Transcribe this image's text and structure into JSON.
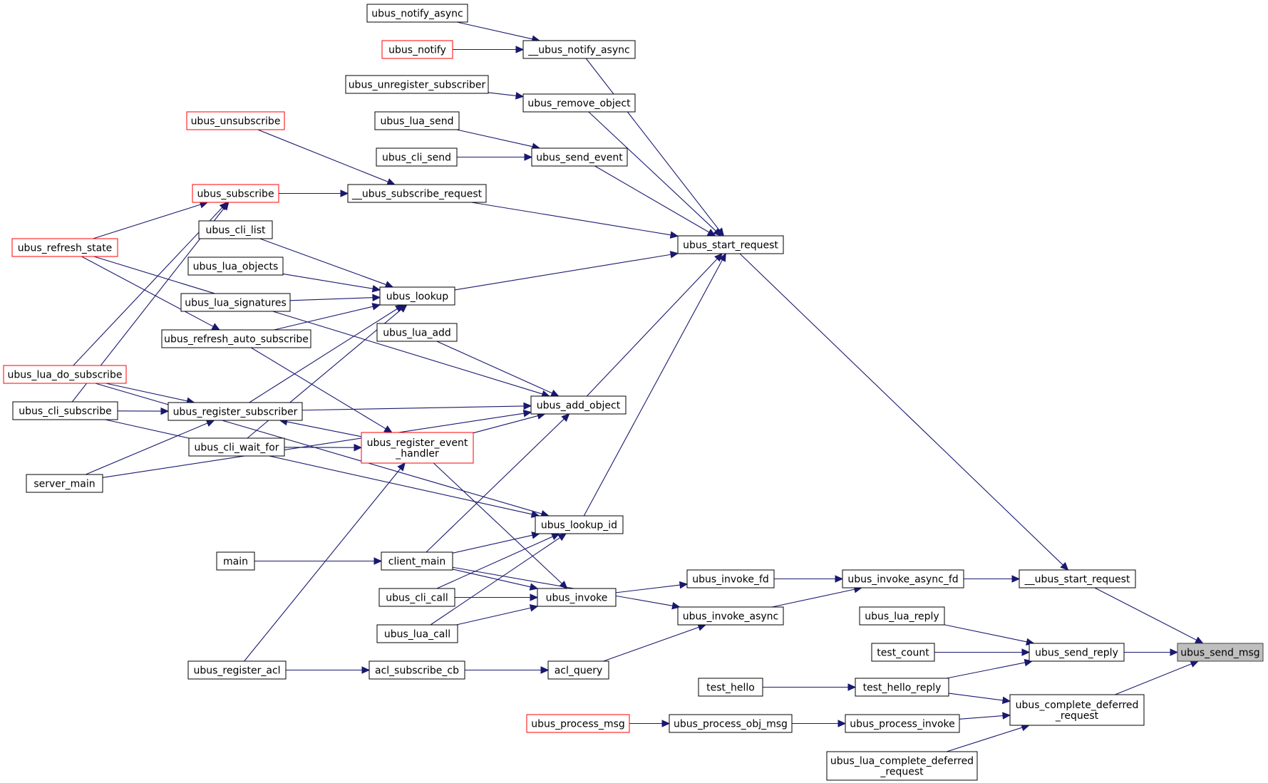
{
  "graph": {
    "nodes": [
      {
        "id": "ubus_send_msg",
        "label": "ubus_send_msg",
        "style": "focus"
      },
      {
        "id": "__ubus_start_request",
        "label": "__ubus_start_request"
      },
      {
        "id": "ubus_send_reply",
        "label": "ubus_send_reply"
      },
      {
        "id": "ubus_complete_deferred_request",
        "label": "ubus_complete_deferred\n_request"
      },
      {
        "id": "ubus_start_request",
        "label": "ubus_start_request"
      },
      {
        "id": "ubus_invoke_async_fd",
        "label": "ubus_invoke_async_fd"
      },
      {
        "id": "ubus_lua_reply",
        "label": "ubus_lua_reply"
      },
      {
        "id": "test_count",
        "label": "test_count"
      },
      {
        "id": "test_hello_reply",
        "label": "test_hello_reply"
      },
      {
        "id": "ubus_process_invoke",
        "label": "ubus_process_invoke"
      },
      {
        "id": "ubus_lua_complete_deferred_request",
        "label": "ubus_lua_complete_deferred\n_request"
      },
      {
        "id": "__ubus_notify_async",
        "label": "__ubus_notify_async"
      },
      {
        "id": "ubus_remove_object",
        "label": "ubus_remove_object"
      },
      {
        "id": "ubus_send_event",
        "label": "ubus_send_event"
      },
      {
        "id": "__ubus_subscribe_request",
        "label": "__ubus_subscribe_request"
      },
      {
        "id": "ubus_lookup",
        "label": "ubus_lookup"
      },
      {
        "id": "ubus_add_object",
        "label": "ubus_add_object"
      },
      {
        "id": "ubus_lookup_id",
        "label": "ubus_lookup_id"
      },
      {
        "id": "ubus_invoke_fd",
        "label": "ubus_invoke_fd"
      },
      {
        "id": "ubus_invoke_async",
        "label": "ubus_invoke_async"
      },
      {
        "id": "test_hello",
        "label": "test_hello"
      },
      {
        "id": "ubus_process_obj_msg",
        "label": "ubus_process_obj_msg"
      },
      {
        "id": "ubus_notify_async",
        "label": "ubus_notify_async"
      },
      {
        "id": "ubus_notify",
        "label": "ubus_notify",
        "style": "red"
      },
      {
        "id": "ubus_unregister_subscriber",
        "label": "ubus_unregister_subscriber"
      },
      {
        "id": "ubus_lua_send",
        "label": "ubus_lua_send"
      },
      {
        "id": "ubus_cli_send",
        "label": "ubus_cli_send"
      },
      {
        "id": "ubus_unsubscribe",
        "label": "ubus_unsubscribe",
        "style": "red"
      },
      {
        "id": "ubus_subscribe",
        "label": "ubus_subscribe",
        "style": "red"
      },
      {
        "id": "ubus_cli_list",
        "label": "ubus_cli_list"
      },
      {
        "id": "ubus_lua_objects",
        "label": "ubus_lua_objects"
      },
      {
        "id": "ubus_lua_signatures",
        "label": "ubus_lua_signatures"
      },
      {
        "id": "ubus_refresh_auto_subscribe",
        "label": "ubus_refresh_auto_subscribe"
      },
      {
        "id": "ubus_register_subscriber",
        "label": "ubus_register_subscriber"
      },
      {
        "id": "ubus_cli_wait_for",
        "label": "ubus_cli_wait_for"
      },
      {
        "id": "ubus_lua_add",
        "label": "ubus_lua_add"
      },
      {
        "id": "ubus_register_event_handler",
        "label": "ubus_register_event\n_handler",
        "style": "red"
      },
      {
        "id": "client_main",
        "label": "client_main"
      },
      {
        "id": "ubus_invoke",
        "label": "ubus_invoke"
      },
      {
        "id": "acl_query",
        "label": "acl_query"
      },
      {
        "id": "ubus_process_msg",
        "label": "ubus_process_msg",
        "style": "red"
      },
      {
        "id": "ubus_refresh_state",
        "label": "ubus_refresh_state",
        "style": "red"
      },
      {
        "id": "ubus_lua_do_subscribe",
        "label": "ubus_lua_do_subscribe",
        "style": "red"
      },
      {
        "id": "ubus_cli_subscribe",
        "label": "ubus_cli_subscribe"
      },
      {
        "id": "server_main",
        "label": "server_main"
      },
      {
        "id": "main",
        "label": "main"
      },
      {
        "id": "ubus_cli_call",
        "label": "ubus_cli_call"
      },
      {
        "id": "ubus_lua_call",
        "label": "ubus_lua_call"
      },
      {
        "id": "ubus_register_acl",
        "label": "ubus_register_acl"
      },
      {
        "id": "acl_subscribe_cb",
        "label": "acl_subscribe_cb"
      }
    ],
    "edges": [
      [
        "__ubus_start_request",
        "ubus_send_msg"
      ],
      [
        "ubus_send_reply",
        "ubus_send_msg"
      ],
      [
        "ubus_complete_deferred_request",
        "ubus_send_msg"
      ],
      [
        "ubus_start_request",
        "__ubus_start_request"
      ],
      [
        "ubus_invoke_async_fd",
        "__ubus_start_request"
      ],
      [
        "ubus_lua_reply",
        "ubus_send_reply"
      ],
      [
        "test_count",
        "ubus_send_reply"
      ],
      [
        "test_hello_reply",
        "ubus_send_reply"
      ],
      [
        "test_hello_reply",
        "ubus_complete_deferred_request"
      ],
      [
        "ubus_process_invoke",
        "ubus_complete_deferred_request"
      ],
      [
        "ubus_lua_complete_deferred_request",
        "ubus_complete_deferred_request"
      ],
      [
        "__ubus_notify_async",
        "ubus_start_request"
      ],
      [
        "ubus_remove_object",
        "ubus_start_request"
      ],
      [
        "ubus_send_event",
        "ubus_start_request"
      ],
      [
        "__ubus_subscribe_request",
        "ubus_start_request"
      ],
      [
        "ubus_lookup",
        "ubus_start_request"
      ],
      [
        "ubus_add_object",
        "ubus_start_request"
      ],
      [
        "ubus_lookup_id",
        "ubus_start_request"
      ],
      [
        "ubus_invoke_fd",
        "ubus_invoke_async_fd"
      ],
      [
        "ubus_invoke_async",
        "ubus_invoke_async_fd"
      ],
      [
        "test_hello",
        "test_hello_reply"
      ],
      [
        "ubus_process_obj_msg",
        "ubus_process_invoke"
      ],
      [
        "ubus_notify_async",
        "__ubus_notify_async"
      ],
      [
        "ubus_notify",
        "__ubus_notify_async"
      ],
      [
        "ubus_unregister_subscriber",
        "ubus_remove_object"
      ],
      [
        "ubus_lua_send",
        "ubus_send_event"
      ],
      [
        "ubus_cli_send",
        "ubus_send_event"
      ],
      [
        "ubus_unsubscribe",
        "__ubus_subscribe_request"
      ],
      [
        "ubus_subscribe",
        "__ubus_subscribe_request"
      ],
      [
        "ubus_cli_list",
        "ubus_lookup"
      ],
      [
        "ubus_lua_objects",
        "ubus_lookup"
      ],
      [
        "ubus_lua_signatures",
        "ubus_lookup"
      ],
      [
        "ubus_refresh_auto_subscribe",
        "ubus_lookup"
      ],
      [
        "ubus_register_subscriber",
        "ubus_lookup"
      ],
      [
        "ubus_cli_wait_for",
        "ubus_lookup"
      ],
      [
        "ubus_refresh_state",
        "ubus_add_object"
      ],
      [
        "ubus_lua_add",
        "ubus_add_object"
      ],
      [
        "ubus_register_subscriber",
        "ubus_add_object"
      ],
      [
        "ubus_register_event_handler",
        "ubus_add_object"
      ],
      [
        "server_main",
        "ubus_add_object"
      ],
      [
        "client_main",
        "ubus_add_object"
      ],
      [
        "ubus_lua_do_subscribe",
        "ubus_lookup_id"
      ],
      [
        "ubus_cli_subscribe",
        "ubus_lookup_id"
      ],
      [
        "client_main",
        "ubus_lookup_id"
      ],
      [
        "ubus_cli_call",
        "ubus_lookup_id"
      ],
      [
        "ubus_lua_call",
        "ubus_lookup_id"
      ],
      [
        "ubus_invoke",
        "ubus_invoke_fd"
      ],
      [
        "acl_query",
        "ubus_invoke_async"
      ],
      [
        "client_main",
        "ubus_invoke_async"
      ],
      [
        "ubus_process_msg",
        "ubus_process_obj_msg"
      ],
      [
        "ubus_refresh_state",
        "ubus_subscribe"
      ],
      [
        "ubus_lua_do_subscribe",
        "ubus_subscribe"
      ],
      [
        "ubus_cli_subscribe",
        "ubus_subscribe"
      ],
      [
        "ubus_refresh_state",
        "ubus_refresh_auto_subscribe"
      ],
      [
        "ubus_lua_do_subscribe",
        "ubus_register_subscriber"
      ],
      [
        "ubus_cli_subscribe",
        "ubus_register_subscriber"
      ],
      [
        "server_main",
        "ubus_register_subscriber"
      ],
      [
        "ubus_register_event_handler",
        "ubus_register_subscriber"
      ],
      [
        "ubus_refresh_auto_subscribe",
        "ubus_register_event_handler"
      ],
      [
        "ubus_cli_wait_for",
        "ubus_register_event_handler"
      ],
      [
        "ubus_register_acl",
        "ubus_register_event_handler"
      ],
      [
        "main",
        "client_main"
      ],
      [
        "client_main",
        "ubus_invoke"
      ],
      [
        "ubus_cli_call",
        "ubus_invoke"
      ],
      [
        "ubus_lua_call",
        "ubus_invoke"
      ],
      [
        "ubus_register_event_handler",
        "ubus_invoke"
      ],
      [
        "acl_subscribe_cb",
        "acl_query"
      ],
      [
        "ubus_register_acl",
        "acl_query"
      ],
      [
        "ubus_register_acl",
        "acl_subscribe_cb"
      ]
    ]
  }
}
